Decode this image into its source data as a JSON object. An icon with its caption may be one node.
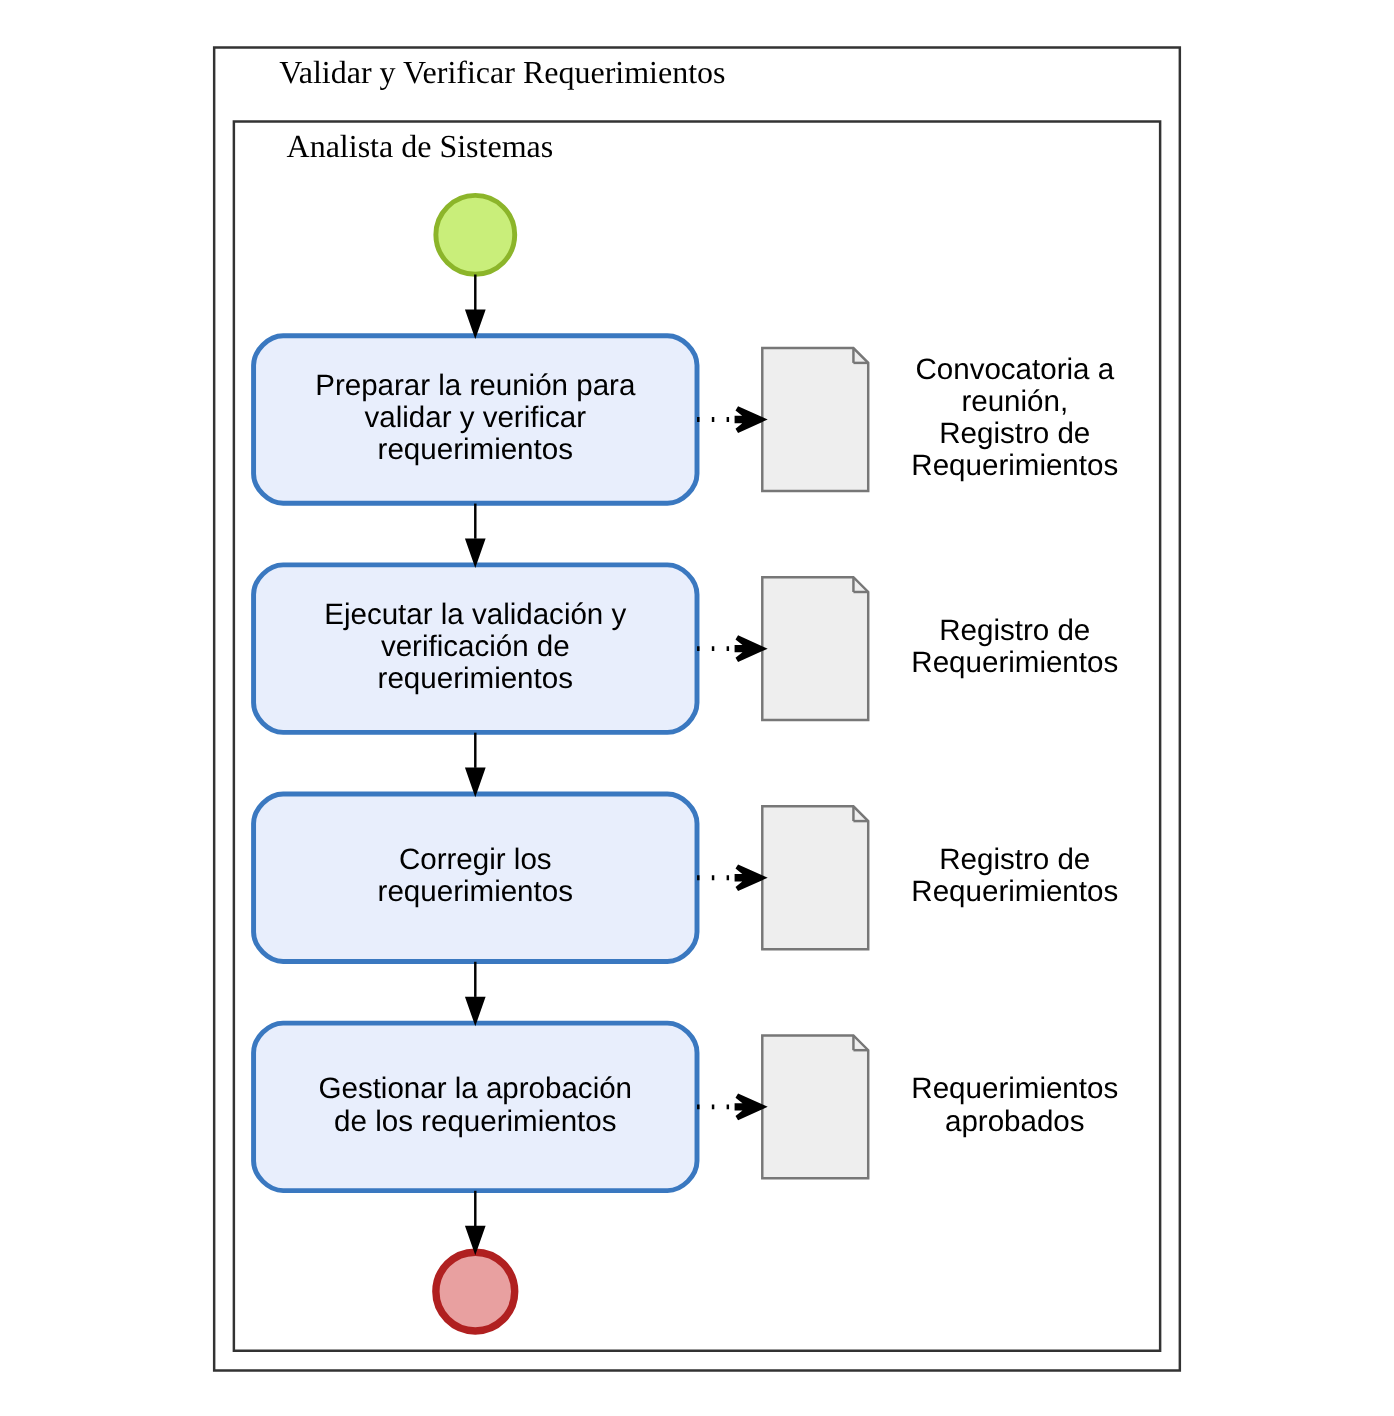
{
  "diagram": {
    "nodes": [
      {
        "text": [
          "Validar y Verificar Requerimientos"
        ]
      },
      {
        "text": [
          "Analista de Sistemas"
        ],
        "in": 0
      },
      {
        "text": [],
        "shape": "circle",
        "in": 1
      },
      {
        "text": [
          "Preparar la reunión para validar y verificar requerimientos"
        ],
        "in": 1
      },
      {
        "text": [],
        "shape": "document",
        "in": 1,
        "beside": [
          "Convocatoria a reunión, Registro de Requerimientos"
        ]
      },
      {
        "text": [
          "Ejecutar la validación y verificación de requerimientos"
        ],
        "in": 1
      },
      {
        "text": [],
        "shape": "document",
        "in": 1,
        "beside": [
          "Registro de Requerimientos"
        ]
      },
      {
        "text": [
          "Corregir los requerimientos"
        ],
        "in": 1
      },
      {
        "text": [],
        "shape": "document",
        "in": 1,
        "beside": [
          "Registro de Requerimientos"
        ]
      },
      {
        "text": [
          "Gestionar la aprobación de los requerimientos"
        ],
        "in": 1
      },
      {
        "text": [],
        "shape": "document",
        "in": 1,
        "beside": [
          "Requerimientos aprobados"
        ]
      },
      {
        "text": [],
        "shape": "circle",
        "in": 1
      }
    ],
    "edges": [
      {
        "from": 2,
        "to": 3,
        "arrow": "to"
      },
      {
        "from": 3,
        "to": 4,
        "arrow": "to",
        "style": "dashed"
      },
      {
        "from": 3,
        "to": 5,
        "arrow": "to"
      },
      {
        "from": 5,
        "to": 6,
        "arrow": "to",
        "style": "dashed"
      },
      {
        "from": 5,
        "to": 7,
        "arrow": "to"
      },
      {
        "from": 7,
        "to": 8,
        "arrow": "to",
        "style": "dashed"
      },
      {
        "from": 7,
        "to": 9,
        "arrow": "to"
      },
      {
        "from": 9,
        "to": 10,
        "arrow": "to",
        "style": "dashed"
      },
      {
        "from": 9,
        "to": 11,
        "arrow": "to"
      }
    ]
  }
}
